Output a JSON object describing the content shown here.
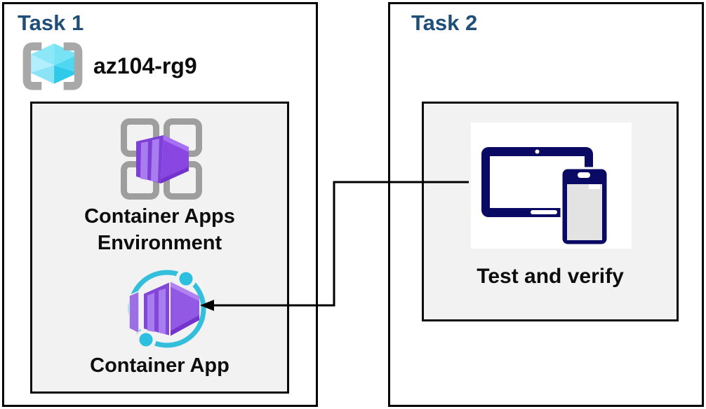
{
  "diagram": {
    "task1": {
      "title": "Task 1",
      "resource_group_name": "az104-rg9",
      "environment_label_line1": "Container Apps",
      "environment_label_line2": "Environment",
      "app_label": "Container App"
    },
    "task2": {
      "title": "Task 2",
      "verify_label": "Test and verify"
    },
    "connector": {
      "from": "test-and-verify",
      "to": "container-app",
      "arrow_direction": "left"
    },
    "icons": {
      "resource_group": "resource-group-icon",
      "environment": "container-apps-environment-icon",
      "app": "container-app-icon",
      "verify": "tablet-and-phone-icon"
    },
    "colors": {
      "task_title": "#1F4E79",
      "box_border": "#000000",
      "panel_fill": "#F2F2F2",
      "label_text": "#0D0D0D",
      "grid_gray": "#9E9E9E",
      "bracket_gray": "#A8A8A8",
      "cyan_accent": "#33BFDC",
      "purple_front": "#7D3FD6",
      "purple_side": "#8A46E0",
      "purple_stripe": "#A87DF0",
      "cube_light": "#B2EEFB",
      "cube_top": "#7EE3F7",
      "cube_right": "#4FD7F1",
      "cube_dark": "#2FC9E9",
      "device_navy": "#0A0A64",
      "connector_line": "#000000"
    }
  }
}
